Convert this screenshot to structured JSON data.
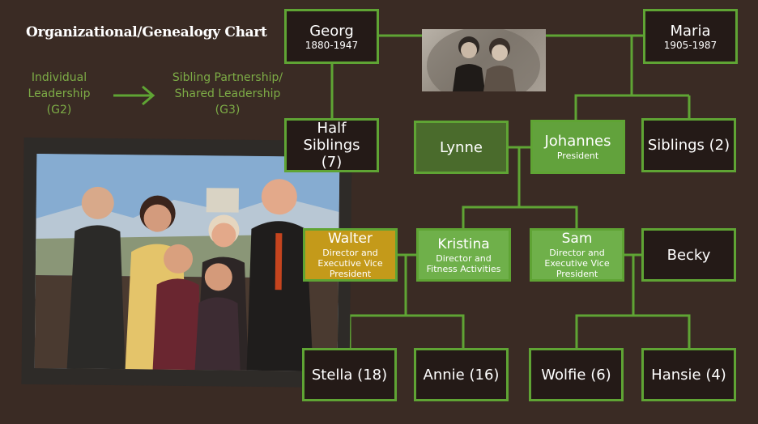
{
  "title": "Organizational/Genealogy Chart",
  "legend": {
    "from": "Individual Leadership (G2)",
    "to": "Sibling Partnership/ Shared Leadership (G3)"
  },
  "photo_small_description": "vintage couple portrait",
  "photo_large_description": "family group photo",
  "nodes": {
    "georg": {
      "name": "Georg",
      "years": "1880-1947"
    },
    "maria": {
      "name": "Maria",
      "years": "1905-1987"
    },
    "half_siblings": {
      "name": "Half Siblings (7)"
    },
    "lynne": {
      "name": "Lynne"
    },
    "johannes": {
      "name": "Johannes",
      "role": "President"
    },
    "siblings": {
      "name": "Siblings (2)"
    },
    "walter": {
      "name": "Walter",
      "role": "Director and Executive Vice President"
    },
    "kristina": {
      "name": "Kristina",
      "role": "Director and Fitness Activities"
    },
    "sam": {
      "name": "Sam",
      "role": "Director and Executive Vice President"
    },
    "becky": {
      "name": "Becky"
    },
    "stella": {
      "name": "Stella (18)"
    },
    "annie": {
      "name": "Annie (16)"
    },
    "wolfie": {
      "name": "Wolfie (6)"
    },
    "hansie": {
      "name": "Hansie (4)"
    }
  },
  "colors": {
    "background": "#3a2b24",
    "border": "#5fa434",
    "dark_box": "#241a17",
    "gold_box": "#c49a1a",
    "legend_text": "#7dac46"
  }
}
